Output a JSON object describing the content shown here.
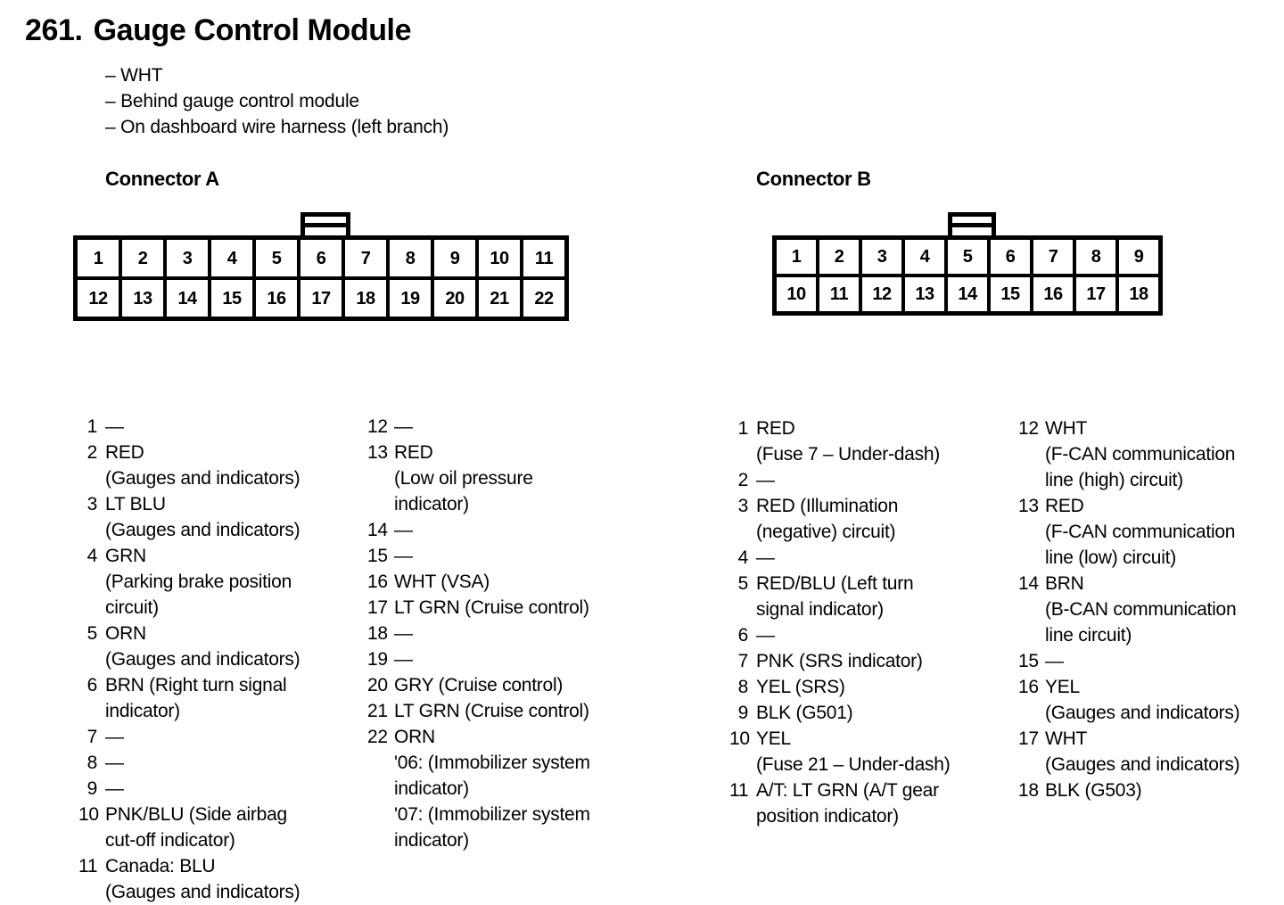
{
  "header": {
    "number": "261.",
    "title": "Gauge Control Module",
    "notes": [
      "– WHT",
      "– Behind gauge control module",
      "– On dashboard wire harness (left branch)"
    ]
  },
  "connector_a": {
    "caption": "Connector A",
    "top_row": [
      "1",
      "2",
      "3",
      "4",
      "5",
      "6",
      "7",
      "8",
      "9",
      "10",
      "11"
    ],
    "bottom_row": [
      "12",
      "13",
      "14",
      "15",
      "16",
      "17",
      "18",
      "19",
      "20",
      "21",
      "22"
    ],
    "tab_over_column": 6,
    "legend_left": [
      {
        "pin": "1",
        "lines": [
          "—"
        ]
      },
      {
        "pin": "2",
        "lines": [
          "RED",
          "(Gauges and indicators)"
        ]
      },
      {
        "pin": "3",
        "lines": [
          "LT BLU",
          "(Gauges and indicators)"
        ]
      },
      {
        "pin": "4",
        "lines": [
          "GRN",
          "(Parking brake position",
          "circuit)"
        ]
      },
      {
        "pin": "5",
        "lines": [
          "ORN",
          "(Gauges and indicators)"
        ]
      },
      {
        "pin": "6",
        "lines": [
          "BRN (Right turn signal",
          "indicator)"
        ]
      },
      {
        "pin": "7",
        "lines": [
          "—"
        ]
      },
      {
        "pin": "8",
        "lines": [
          "—"
        ]
      },
      {
        "pin": "9",
        "lines": [
          "—"
        ]
      },
      {
        "pin": "10",
        "lines": [
          "PNK/BLU (Side airbag",
          "cut-off indicator)"
        ]
      },
      {
        "pin": "11",
        "lines": [
          "Canada: BLU",
          "(Gauges and indicators)"
        ]
      }
    ],
    "legend_right": [
      {
        "pin": "12",
        "lines": [
          "—"
        ]
      },
      {
        "pin": "13",
        "lines": [
          "RED",
          "(Low oil pressure",
          "indicator)"
        ]
      },
      {
        "pin": "14",
        "lines": [
          "—"
        ]
      },
      {
        "pin": "15",
        "lines": [
          "—"
        ]
      },
      {
        "pin": "16",
        "lines": [
          "WHT (VSA)"
        ]
      },
      {
        "pin": "17",
        "lines": [
          "LT GRN (Cruise control)"
        ]
      },
      {
        "pin": "18",
        "lines": [
          "—"
        ]
      },
      {
        "pin": "19",
        "lines": [
          "—"
        ]
      },
      {
        "pin": "20",
        "lines": [
          "GRY (Cruise control)"
        ]
      },
      {
        "pin": "21",
        "lines": [
          "LT GRN (Cruise control)"
        ]
      },
      {
        "pin": "22",
        "lines": [
          "ORN",
          "'06: (Immobilizer system",
          "indicator)",
          "'07: (Immobilizer system",
          "indicator)"
        ]
      }
    ]
  },
  "connector_b": {
    "caption": "Connector B",
    "top_row": [
      "1",
      "2",
      "3",
      "4",
      "5",
      "6",
      "7",
      "8",
      "9"
    ],
    "bottom_row": [
      "10",
      "11",
      "12",
      "13",
      "14",
      "15",
      "16",
      "17",
      "18"
    ],
    "tab_over_column": 5,
    "legend_left": [
      {
        "pin": "1",
        "lines": [
          "RED",
          "(Fuse 7 – Under-dash)"
        ]
      },
      {
        "pin": "2",
        "lines": [
          "—"
        ]
      },
      {
        "pin": "3",
        "lines": [
          "RED (Illumination",
          "(negative) circuit)"
        ]
      },
      {
        "pin": "4",
        "lines": [
          "—"
        ]
      },
      {
        "pin": "5",
        "lines": [
          "RED/BLU (Left turn",
          "signal indicator)"
        ]
      },
      {
        "pin": "6",
        "lines": [
          "—"
        ]
      },
      {
        "pin": "7",
        "lines": [
          "PNK (SRS indicator)"
        ]
      },
      {
        "pin": "8",
        "lines": [
          "YEL (SRS)"
        ]
      },
      {
        "pin": "9",
        "lines": [
          "BLK (G501)"
        ]
      },
      {
        "pin": "10",
        "lines": [
          "YEL",
          "(Fuse 21 – Under-dash)"
        ]
      },
      {
        "pin": "11",
        "lines": [
          "A/T: LT GRN (A/T gear",
          "position indicator)"
        ]
      }
    ],
    "legend_right": [
      {
        "pin": "12",
        "lines": [
          "WHT",
          "(F-CAN communication",
          "line (high) circuit)"
        ]
      },
      {
        "pin": "13",
        "lines": [
          "RED",
          "(F-CAN communication",
          "line (low) circuit)"
        ]
      },
      {
        "pin": "14",
        "lines": [
          "BRN",
          "(B-CAN communication",
          "line circuit)"
        ]
      },
      {
        "pin": "15",
        "lines": [
          "—"
        ]
      },
      {
        "pin": "16",
        "lines": [
          "YEL",
          "(Gauges and indicators)"
        ]
      },
      {
        "pin": "17",
        "lines": [
          "WHT",
          "(Gauges and indicators)"
        ]
      },
      {
        "pin": "18",
        "lines": [
          "BLK (G503)"
        ]
      }
    ]
  },
  "colors": {
    "ink": "#000000",
    "paper": "#ffffff"
  }
}
